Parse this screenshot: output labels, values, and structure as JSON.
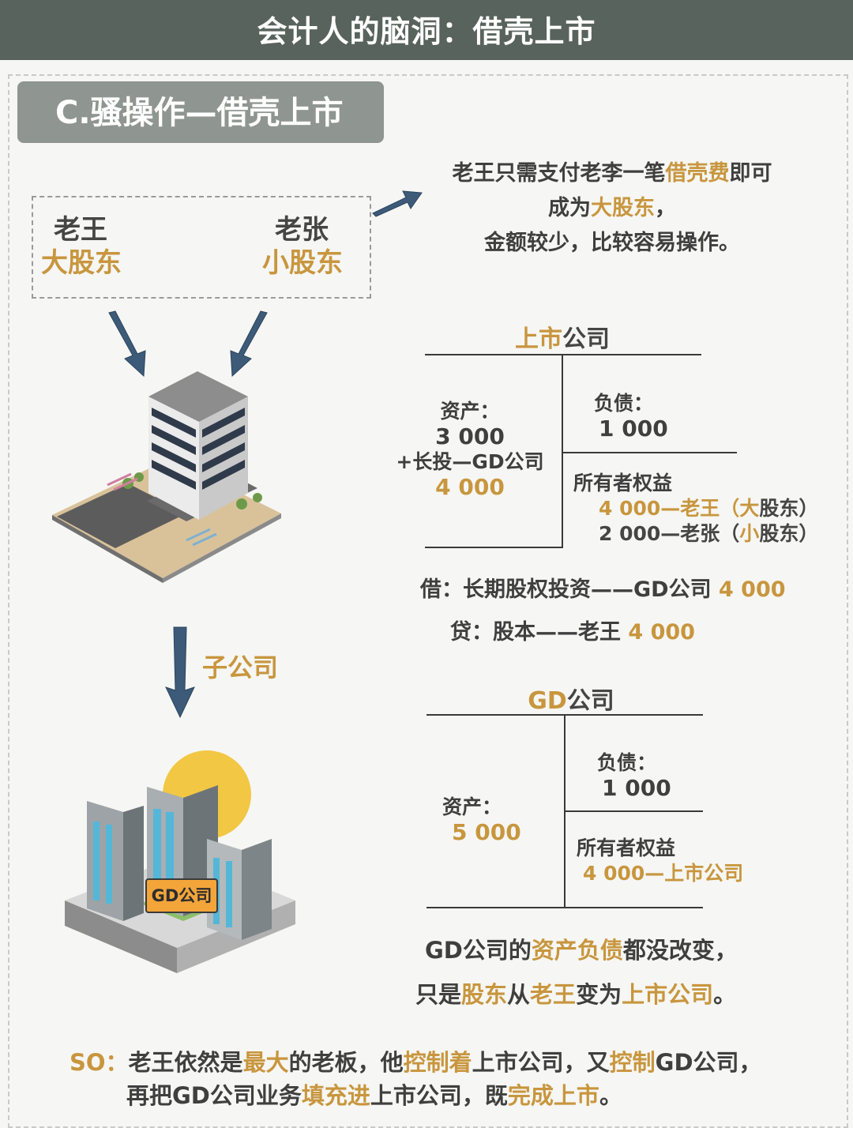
{
  "header": {
    "title": "会计人的脑洞：借壳上市"
  },
  "section": {
    "title": "C.骚操作—借壳上市"
  },
  "shareholders": {
    "wang": {
      "name": "老王",
      "role": "大股东"
    },
    "zhang": {
      "name": "老张",
      "role": "小股东"
    }
  },
  "description": {
    "line1_a": "老王只需支付老李一笔",
    "line1_b": "借壳费",
    "line1_c": "即可",
    "line2_a": "成为",
    "line2_b": "大股东",
    "line2_c": "，",
    "line3": "金额较少，比较容易操作。"
  },
  "listed_company": {
    "title_a": "上市",
    "title_b": "公司",
    "assets_label": "资产：",
    "assets_value": "3 000",
    "lt_invest_label": "+长投—GD公司",
    "lt_invest_value": "4 000",
    "liab_label": "负债：",
    "liab_value": "1 000",
    "equity_label": "所有者权益",
    "eq1_a": "4 000—老王（",
    "eq1_b": "大",
    "eq1_c": "股东）",
    "eq2_a": "2 000—老张（",
    "eq2_b": "小",
    "eq2_c": "股东）"
  },
  "journal": {
    "debit_text": "借：长期股权投资——GD公司",
    "debit_value": "4 000",
    "credit_text": "贷：股本——老王",
    "credit_value": "4 000"
  },
  "subsidiary_label": "子公司",
  "gd_company": {
    "title_a": "GD",
    "title_b": "公司",
    "sign": "GD公司",
    "assets_label": "资产：",
    "assets_value": "5 000",
    "liab_label": "负债：",
    "liab_value": "1 000",
    "equity_label": "所有者权益",
    "equity_value": "4 000—上市公司"
  },
  "note": {
    "l1_a": "GD公司的",
    "l1_b": "资产负债",
    "l1_c": "都没改变，",
    "l2_a": "只是",
    "l2_b": "股东",
    "l2_c": "从",
    "l2_d": "老王",
    "l2_e": "变为",
    "l2_f": "上市公司",
    "l2_g": "。"
  },
  "so": {
    "prefix": "SO：",
    "l1_a": "老王依然是",
    "l1_b": "最大",
    "l1_c": "的老板，他",
    "l1_d": "控制着",
    "l1_e": "上市公司，又",
    "l1_f": "控制",
    "l1_g": "GD公司，",
    "l2_a": "再把GD公司业务",
    "l2_b": "填充进",
    "l2_c": "上市公司，既",
    "l2_d": "完成上市",
    "l2_e": "。"
  },
  "colors": {
    "header_bg": "#59635e",
    "section_bg": "#8f9591",
    "highlight": "#c8963e",
    "arrow": "#3d5a78"
  }
}
